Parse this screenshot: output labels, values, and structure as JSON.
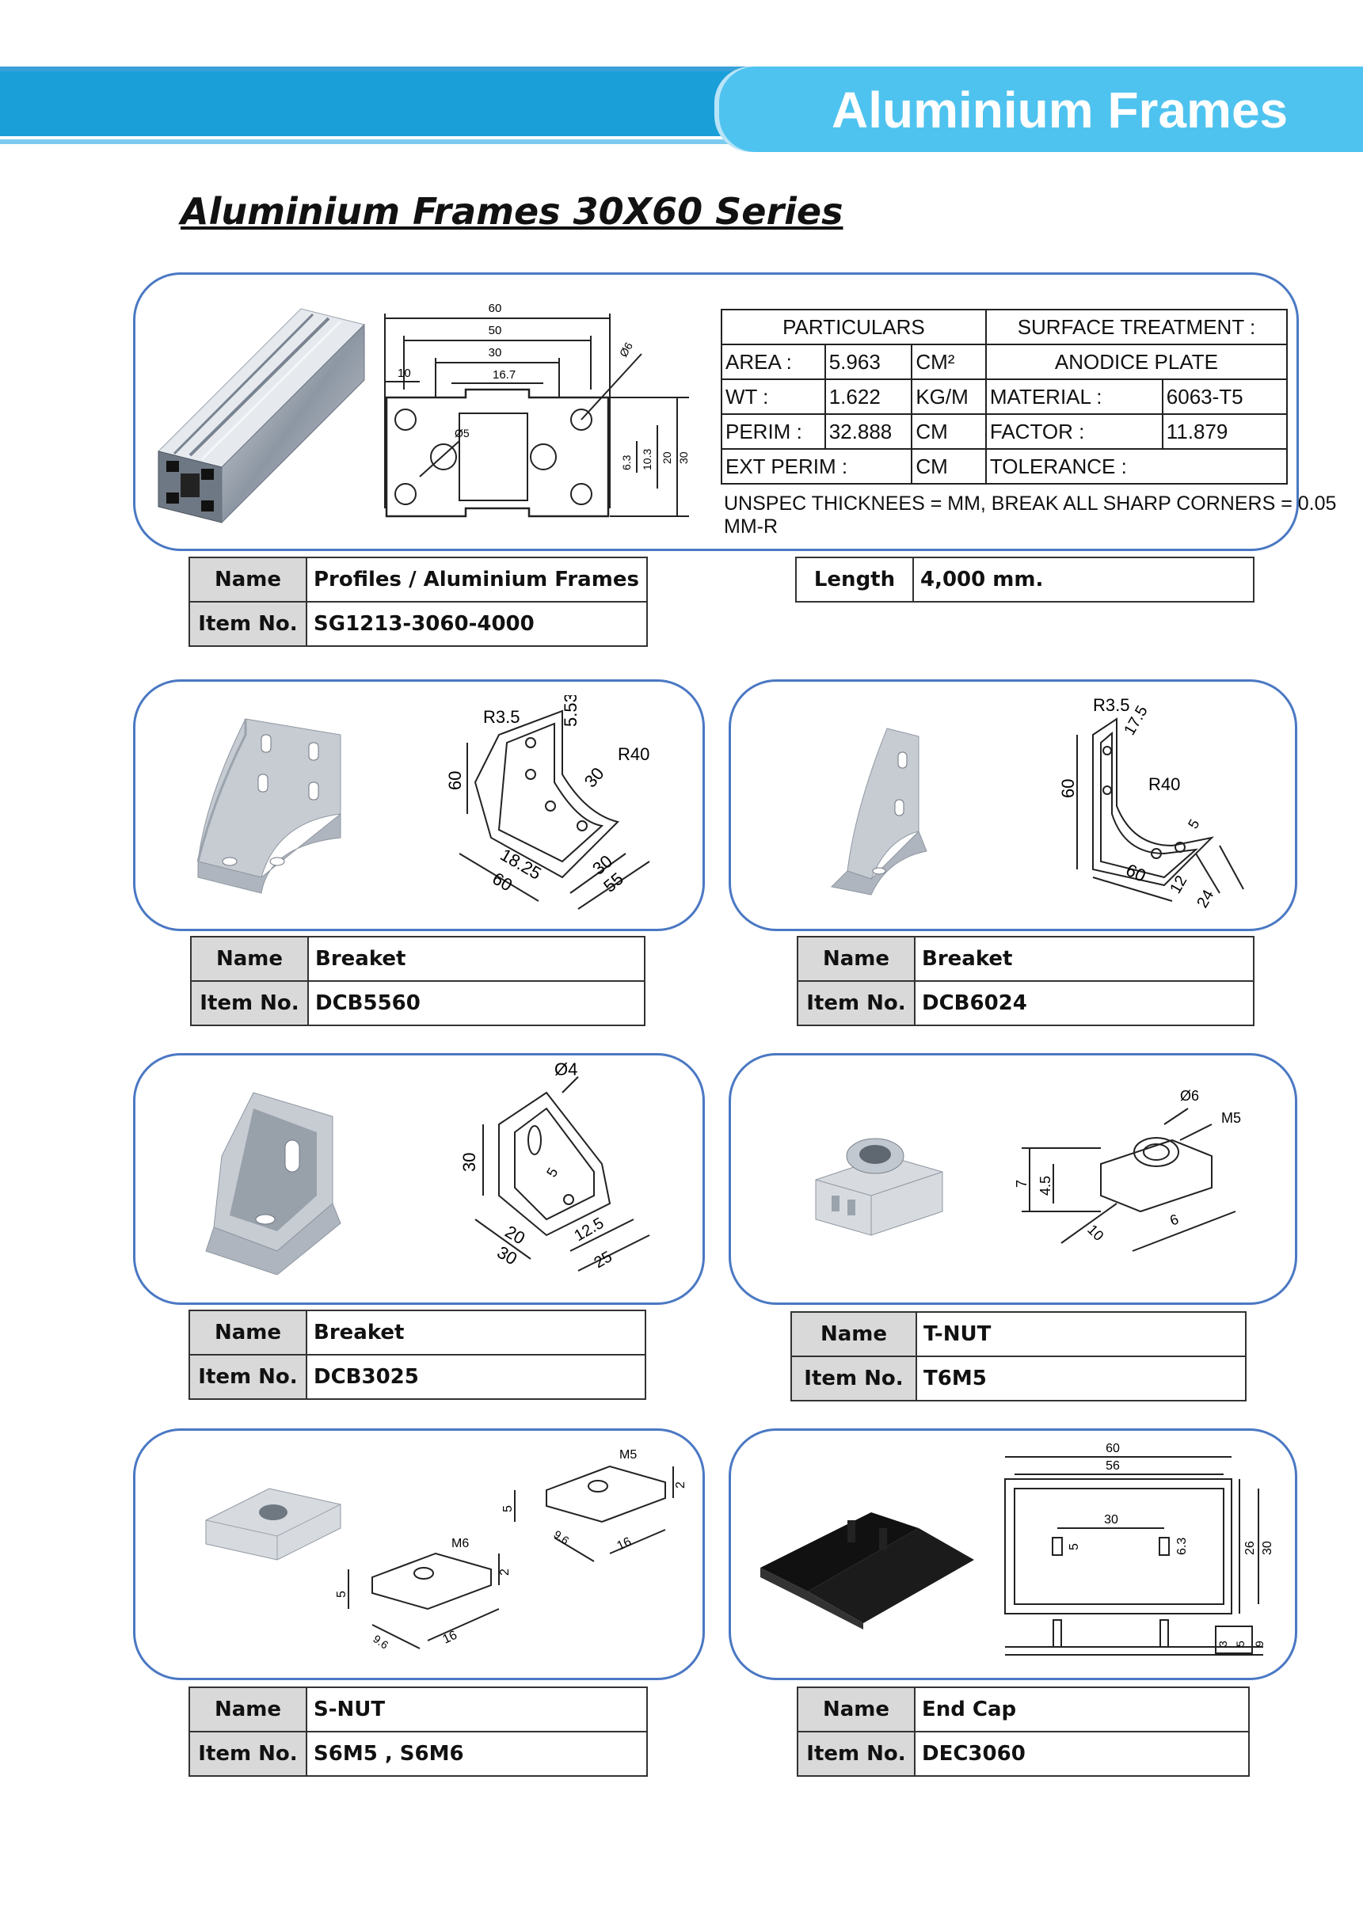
{
  "header": {
    "title": "Aluminium Frames"
  },
  "series_title": "Aluminium  Frames  30X60 Series",
  "profile": {
    "dims": {
      "d60": "60",
      "d50": "50",
      "d30": "30",
      "d10": "10",
      "d16_7": "16.7",
      "d6_3": "6.3",
      "d10_3": "10.3",
      "d20": "20",
      "d30v": "30",
      "phi5": "Ø5",
      "phi6": "Ø6"
    },
    "spec": {
      "particulars": "PARTICULARS",
      "surface_treatment": "SURFACE TREATMENT :",
      "surface_value": "ANODICE PLATE",
      "area_label": "AREA :",
      "area_value": "5.963",
      "area_unit": "CM²",
      "wt_label": "WT :",
      "wt_value": "1.622",
      "wt_unit": "KG/M",
      "perim_label": "PERIM :",
      "perim_value": "32.888",
      "perim_unit": "CM",
      "ext_perim_label": "EXT PERIM :",
      "ext_perim_unit": "CM",
      "material_label": "MATERIAL :",
      "material_value": "6063-T5",
      "factor_label": "FACTOR :",
      "factor_value": "11.879",
      "tolerance_label": "TOLERANCE :",
      "note": "UNSPEC THICKNEES = MM, BREAK ALL SHARP CORNERS = 0.05 MM-R"
    },
    "name_label": "Name",
    "name_value": "Profiles / Aluminium Frames",
    "item_label": "Item No.",
    "item_value": "SG1213-3060-4000",
    "length_label": "Length",
    "length_value": "4,000 mm."
  },
  "parts": [
    {
      "name_label": "Name",
      "name": "Breaket",
      "item_label": "Item No.",
      "item": "DCB5560",
      "dims": [
        "R3.5",
        "5.53",
        "R40",
        "60",
        "30",
        "18.25",
        "60",
        "30",
        "55"
      ]
    },
    {
      "name_label": "Name",
      "name": "Breaket",
      "item_label": "Item No.",
      "item": "DCB6024",
      "dims": [
        "R3.5",
        "17.5",
        "60",
        "R40",
        "5",
        "60",
        "12",
        "24"
      ]
    },
    {
      "name_label": "Name",
      "name": "Breaket",
      "item_label": "Item No.",
      "item": "DCB3025",
      "dims": [
        "Ø4",
        "30",
        "5",
        "20",
        "30",
        "12.5",
        "25"
      ]
    },
    {
      "name_label": "Name",
      "name": "T-NUT",
      "item_label": "Item No.",
      "item": "T6M5",
      "dims": [
        "Ø6",
        "M5",
        "7",
        "4.5",
        "10",
        "6"
      ]
    },
    {
      "name_label": "Name",
      "name": "S-NUT",
      "item_label": "Item No.",
      "item": "S6M5 , S6M6",
      "dims": [
        "M5",
        "5",
        "2",
        "9.6",
        "16",
        "M6",
        "5",
        "2",
        "9.6",
        "16"
      ]
    },
    {
      "name_label": "Name",
      "name": "End Cap",
      "item_label": "Item No.",
      "item": "DEC3060",
      "dims": [
        "60",
        "56",
        "30",
        "5",
        "6.3",
        "26",
        "30",
        "3",
        "5",
        "9"
      ]
    }
  ],
  "colors": {
    "accent": "#1a9fd9",
    "tab": "#4fc3ef",
    "panel_border": "#4a78c3"
  }
}
